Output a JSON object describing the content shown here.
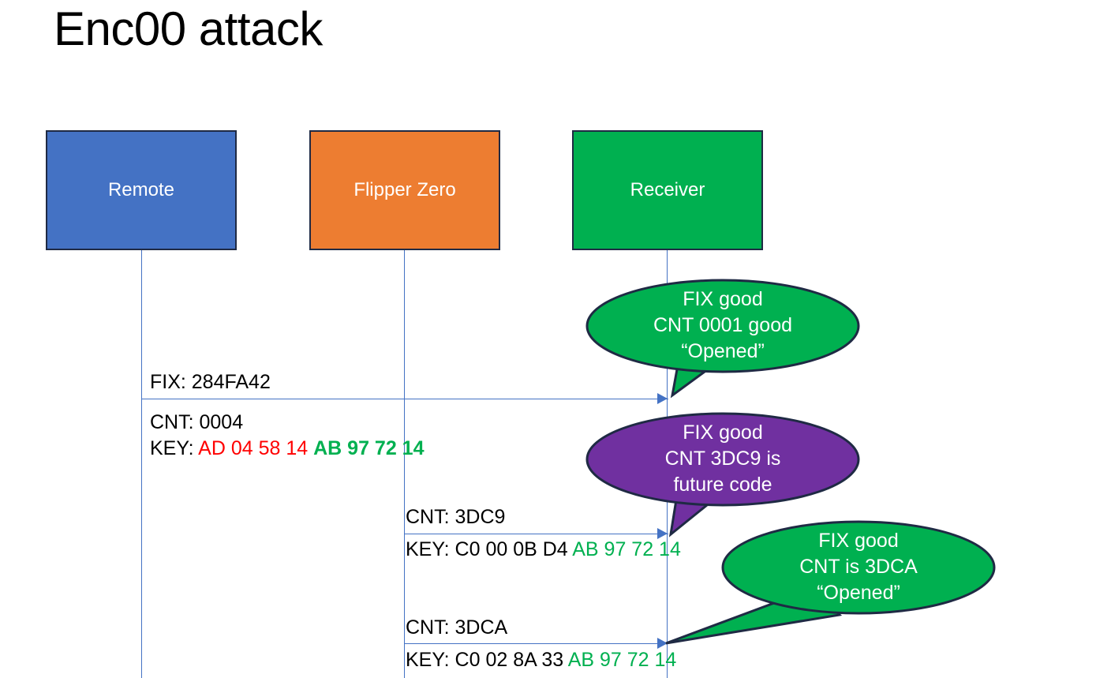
{
  "slide": {
    "title": "Enc00 attack",
    "background": "#FFFFFF"
  },
  "colors": {
    "remote_blue": "#4472C4",
    "flipper_orange": "#ED7D31",
    "receiver_green": "#00B050",
    "future_purple": "#7030A0",
    "lifeline_blue": "#4472C4",
    "key_red": "#FF0000",
    "key_green": "#00B050",
    "box_outline": "#1F2A44"
  },
  "actors": [
    {
      "id": "remote",
      "label": "Remote",
      "fill": "#4472C4"
    },
    {
      "id": "flipper",
      "label": "Flipper Zero",
      "fill": "#ED7D31"
    },
    {
      "id": "receiver",
      "label": "Receiver",
      "fill": "#00B050"
    }
  ],
  "messages": [
    {
      "id": "msg-remote-fix",
      "from": "remote",
      "to": "receiver",
      "line1": "FIX: 284FA42",
      "line2": "CNT: 0004",
      "key_label": "KEY: ",
      "key_red": "AD 04 58 14",
      "key_green": "AB 97 72 14"
    },
    {
      "id": "msg-flipper-3dc9",
      "from": "flipper",
      "to": "receiver",
      "line1": "CNT: 3DC9",
      "key_label": "KEY: C0 00 0B D4 ",
      "key_green": "AB 97 72 14"
    },
    {
      "id": "msg-flipper-3dca",
      "from": "flipper",
      "to": "receiver",
      "line1": "CNT: 3DCA",
      "key_label": "KEY: C0 02 8A 33 ",
      "key_green": "AB 97 72 14"
    }
  ],
  "callouts": [
    {
      "id": "callout-fix-good-0001",
      "fill": "#00B050",
      "lines": [
        "FIX good",
        "CNT 0001 good",
        "“Opened”"
      ]
    },
    {
      "id": "callout-future-code",
      "fill": "#7030A0",
      "lines": [
        "FIX good",
        "CNT 3DC9 is",
        "future code"
      ]
    },
    {
      "id": "callout-fix-good-3dca",
      "fill": "#00B050",
      "lines": [
        "FIX good",
        "CNT is 3DCA",
        "“Opened”"
      ]
    }
  ]
}
